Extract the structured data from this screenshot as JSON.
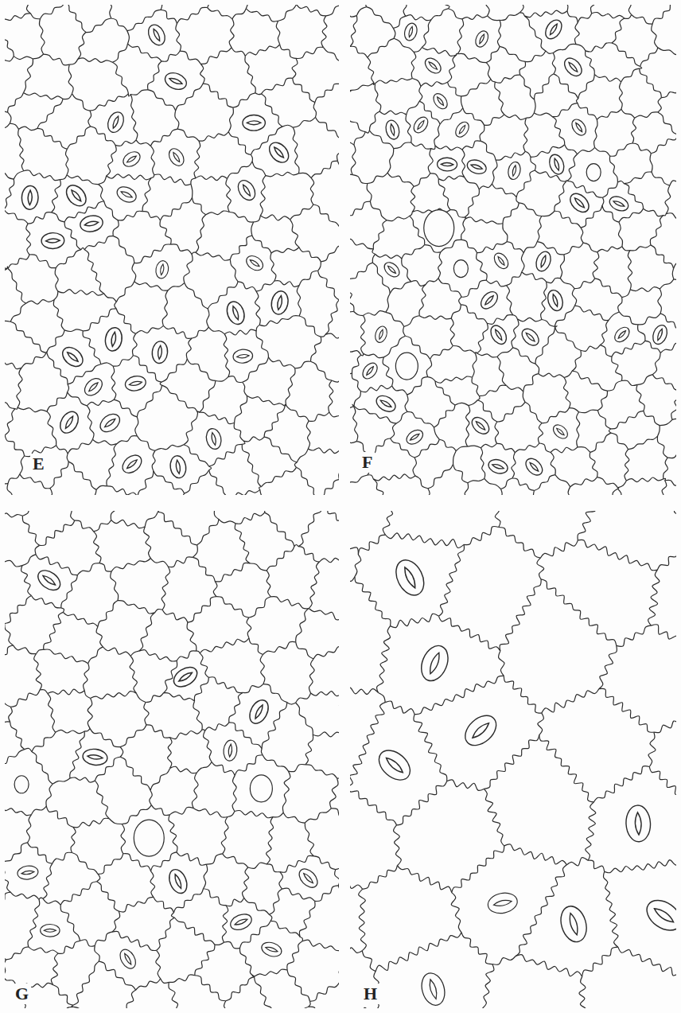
{
  "diagram": {
    "labels": [
      "E",
      "F",
      "G",
      "H"
    ]
  }
}
